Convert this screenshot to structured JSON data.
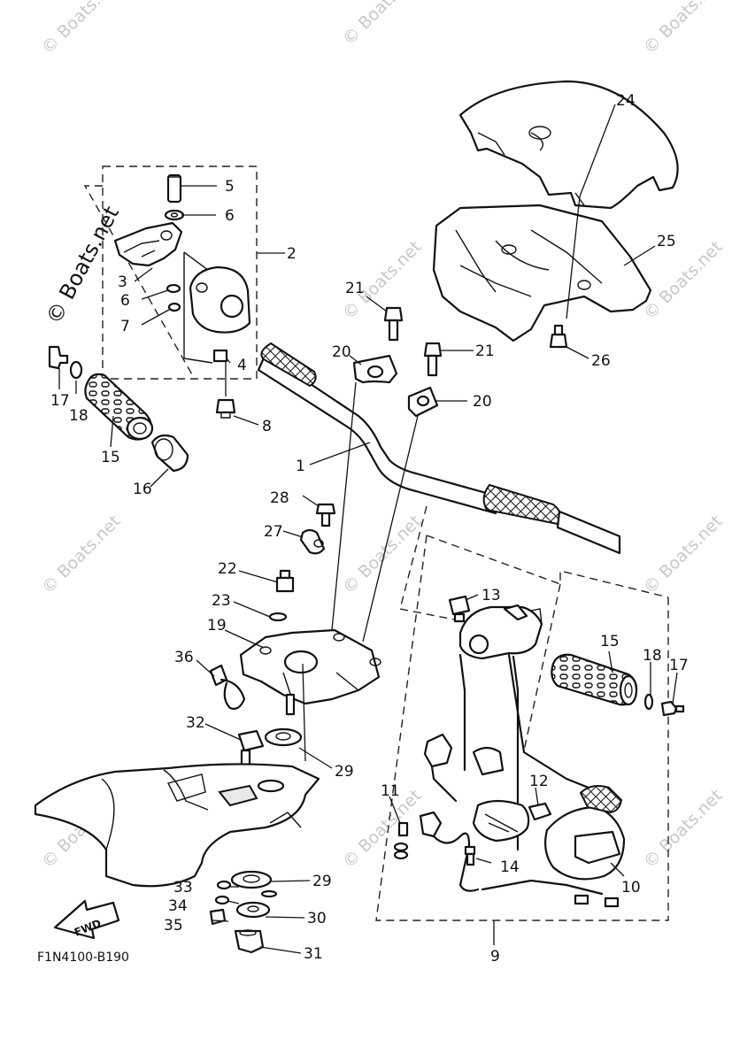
{
  "watermark": {
    "text": "© Boats.net"
  },
  "diagram_code": "F1N4100-B190",
  "fwd_arrow_label": "FWD",
  "callouts": {
    "c1": "1",
    "c2": "2",
    "c3": "3",
    "c4": "4",
    "c5": "5",
    "c6a": "6",
    "c6b": "6",
    "c7": "7",
    "c8": "8",
    "c9": "9",
    "c10": "10",
    "c11": "11",
    "c12": "12",
    "c13": "13",
    "c14": "14",
    "c15a": "15",
    "c15b": "15",
    "c16": "16",
    "c17a": "17",
    "c17b": "17",
    "c18a": "18",
    "c18b": "18",
    "c19": "19",
    "c20a": "20",
    "c20b": "20",
    "c21a": "21",
    "c21b": "21",
    "c22": "22",
    "c23": "23",
    "c24": "24",
    "c25": "25",
    "c26": "26",
    "c27": "27",
    "c28": "28",
    "c29a": "29",
    "c29b": "29",
    "c30": "30",
    "c31": "31",
    "c32": "32",
    "c33": "33",
    "c34": "34",
    "c35": "35",
    "c36": "36"
  }
}
